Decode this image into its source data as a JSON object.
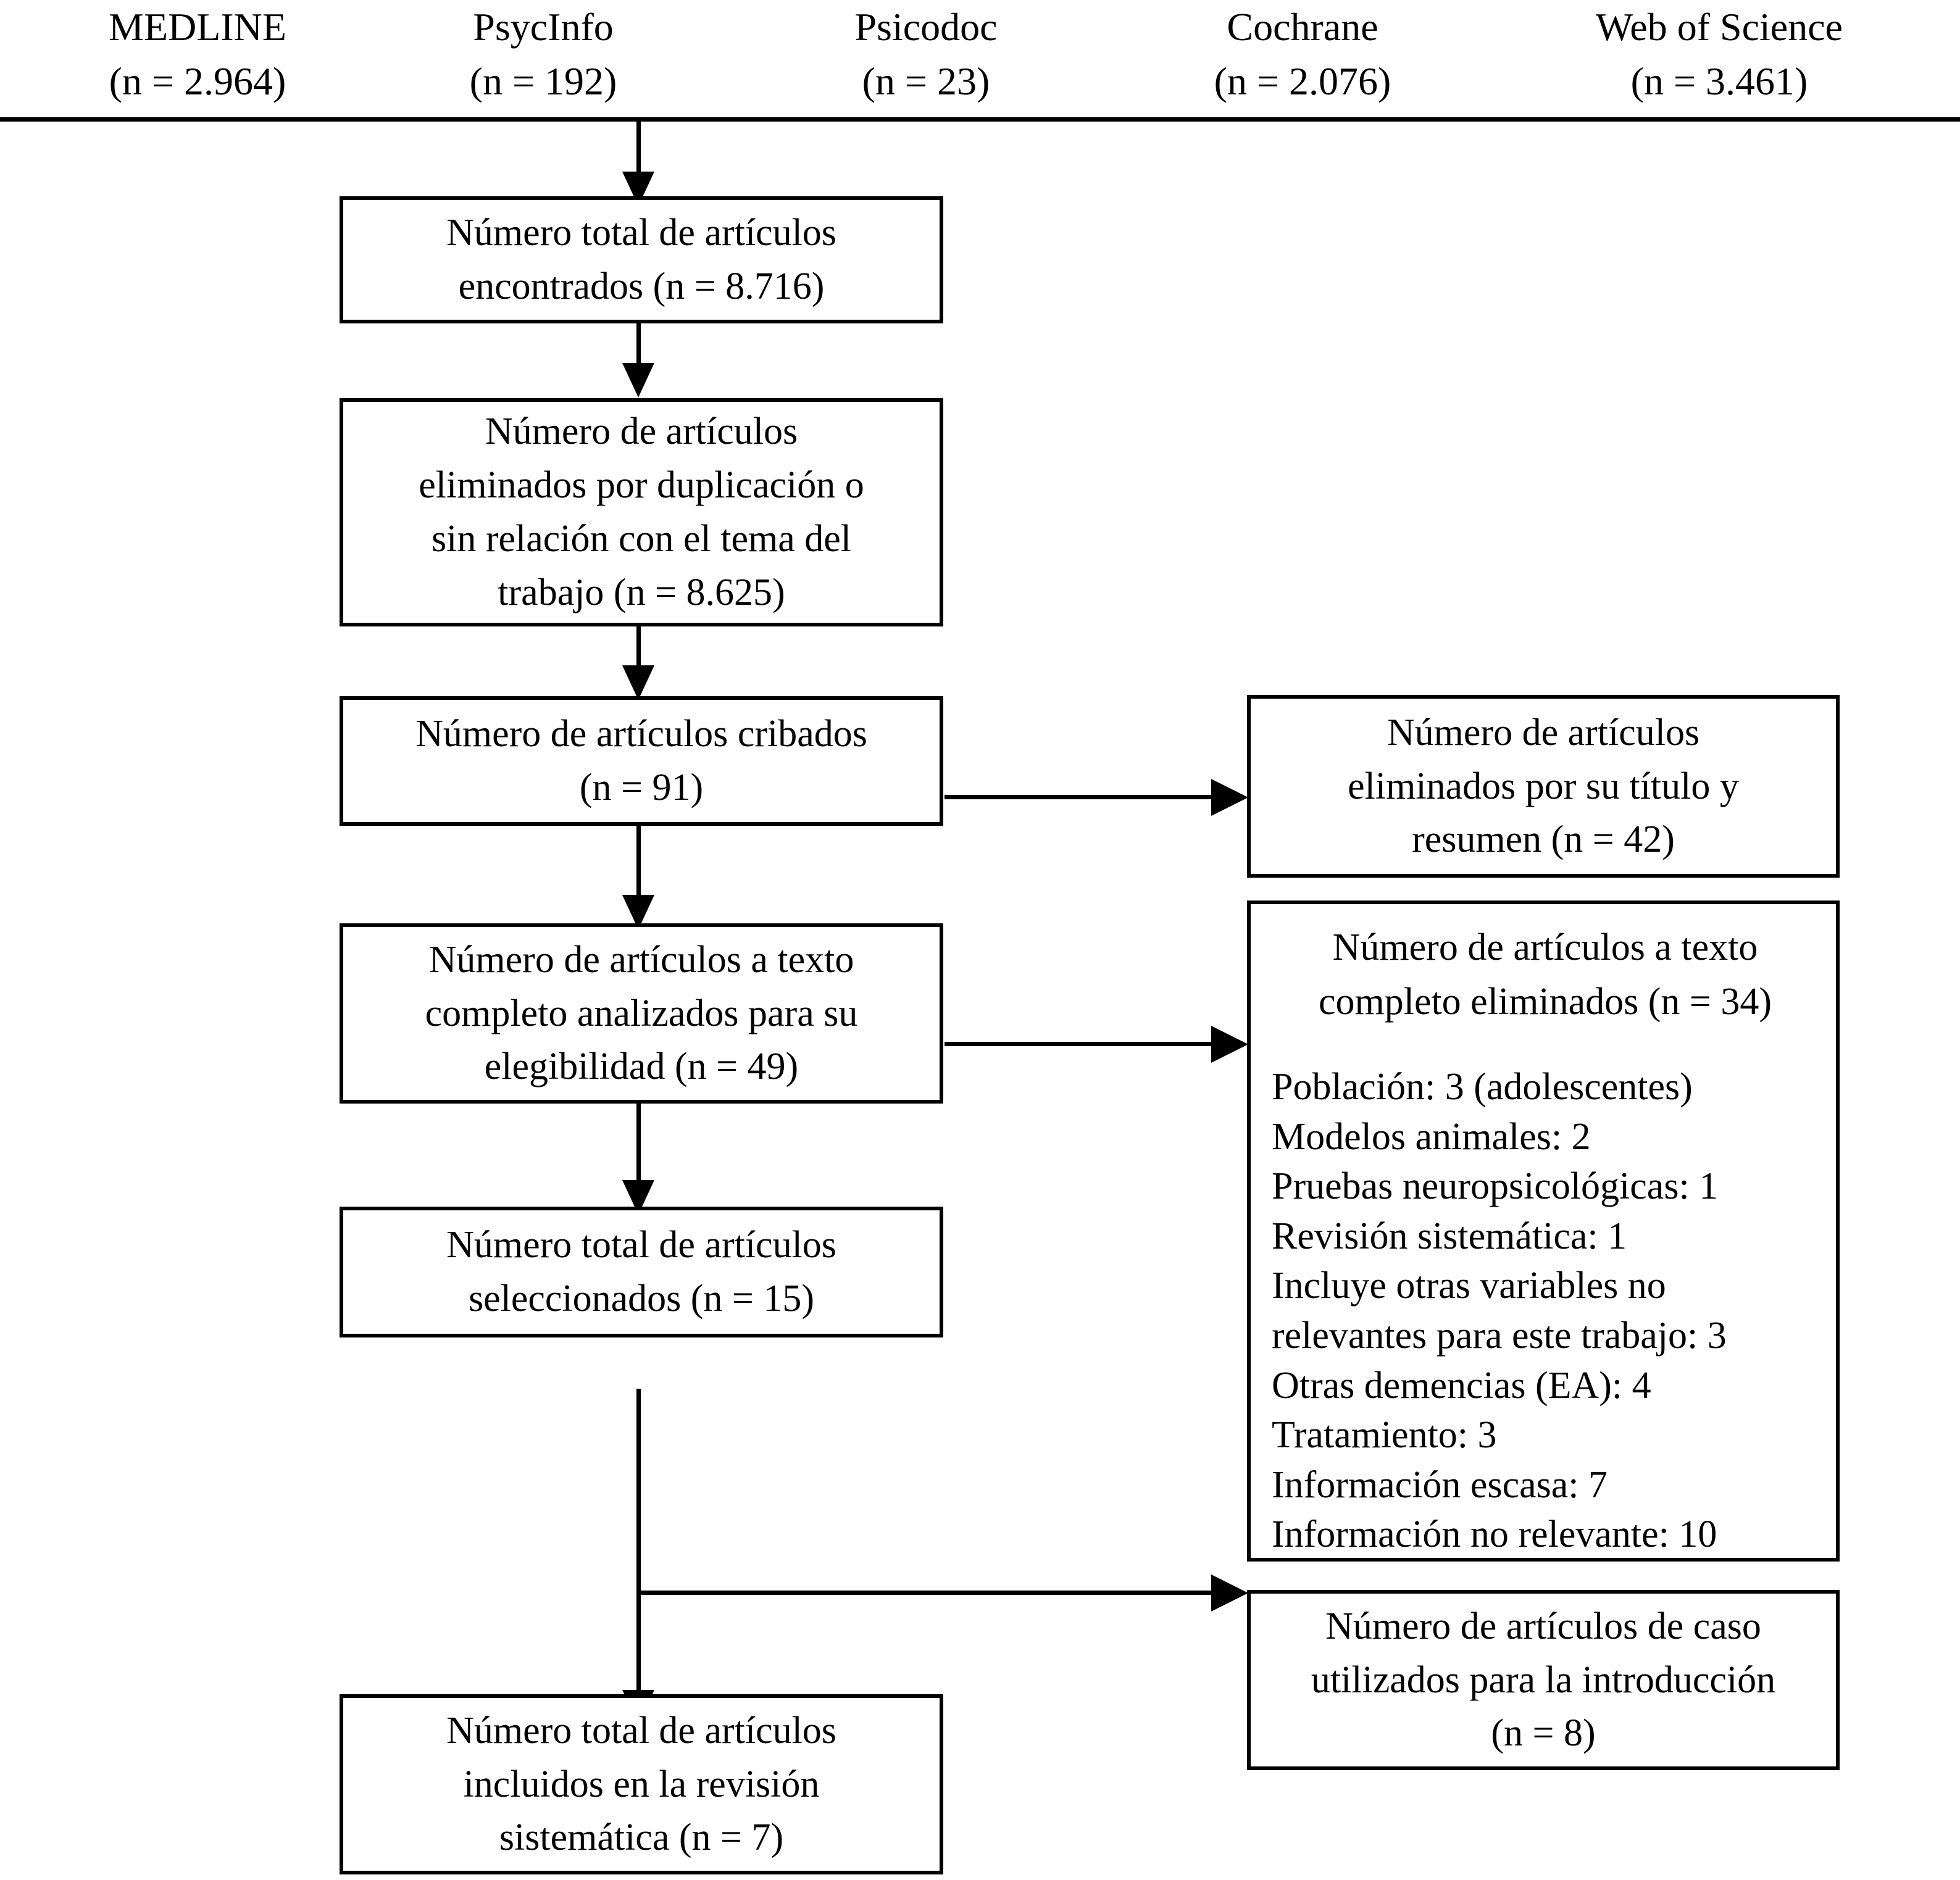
{
  "diagram": {
    "title": "PRISMA flow diagram",
    "language": "es",
    "line_color": "#000000",
    "background_color": "#ffffff"
  },
  "sources": [
    {
      "name": "MEDLINE",
      "count": "(n = 2.964)"
    },
    {
      "name": "PsycInfo",
      "count": "(n = 192)"
    },
    {
      "name": "Psicodoc",
      "count": "(n = 23)"
    },
    {
      "name": "Cochrane",
      "count": "(n = 2.076)"
    },
    {
      "name": "Web of Science",
      "count": "(n = 3.461)"
    }
  ],
  "flow": {
    "box_total_found": {
      "lines": [
        "Número total de artículos",
        "encontrados (n = 8.716)"
      ]
    },
    "box_duplicates_removed": {
      "lines": [
        "Número de artículos",
        "eliminados por duplicación o",
        "sin relación con el tema del",
        "trabajo (n = 8.625)"
      ]
    },
    "box_screened": {
      "lines": [
        "Número de artículos cribados",
        "(n = 91)"
      ]
    },
    "box_fulltext_assessed": {
      "lines": [
        "Número de artículos a texto",
        "completo analizados para su",
        "elegibilidad (n = 49)"
      ]
    },
    "box_selected": {
      "lines": [
        "Número total de artículos",
        "seleccionados (n = 15)"
      ]
    },
    "box_included": {
      "lines": [
        "Número total de artículos",
        "incluidos en la revisión",
        "sistemática (n = 7)"
      ]
    }
  },
  "exclusions": {
    "box_excluded_title_abstract": {
      "lines": [
        "Número de artículos",
        "eliminados por su título y",
        "resumen (n = 42)"
      ]
    },
    "box_excluded_fulltext": {
      "heading_lines": [
        "Número de artículos a texto",
        "completo eliminados (n = 34)"
      ],
      "reasons": [
        "Población: 3 (adolescentes)",
        "Modelos animales: 2",
        "Pruebas neuropsicológicas: 1",
        "Revisión sistemática: 1",
        "Incluye otras variables no",
        "relevantes para este trabajo: 3",
        "Otras demencias (EA): 4",
        "Tratamiento: 3",
        "Información escasa: 7",
        "Información no relevante: 10"
      ]
    },
    "box_case_articles_intro": {
      "lines": [
        "Número de artículos de caso",
        "utilizados para la introducción",
        "(n = 8)"
      ]
    }
  },
  "chart_data": {
    "type": "diagram",
    "title": "PRISMA flow diagram (Spanish)",
    "stages": [
      {
        "label": "MEDLINE",
        "n": 2964
      },
      {
        "label": "PsycInfo",
        "n": 192
      },
      {
        "label": "Psicodoc",
        "n": 23
      },
      {
        "label": "Cochrane",
        "n": 2076
      },
      {
        "label": "Web of Science",
        "n": 3461
      },
      {
        "label": "Número total de artículos encontrados",
        "n": 8716
      },
      {
        "label": "Número de artículos eliminados por duplicación o sin relación con el tema del trabajo",
        "n": 8625
      },
      {
        "label": "Número de artículos cribados",
        "n": 91
      },
      {
        "label": "Número de artículos eliminados por su título y resumen",
        "n": 42
      },
      {
        "label": "Número de artículos a texto completo analizados para su elegibilidad",
        "n": 49
      },
      {
        "label": "Número de artículos a texto completo eliminados",
        "n": 34
      },
      {
        "label": "Número total de artículos seleccionados",
        "n": 15
      },
      {
        "label": "Número de artículos de caso utilizados para la introducción",
        "n": 8
      },
      {
        "label": "Número total de artículos incluidos en la revisión sistemática",
        "n": 7
      }
    ],
    "exclusion_reasons": [
      {
        "reason": "Población (adolescentes)",
        "n": 3
      },
      {
        "reason": "Modelos animales",
        "n": 2
      },
      {
        "reason": "Pruebas neuropsicológicas",
        "n": 1
      },
      {
        "reason": "Revisión sistemática",
        "n": 1
      },
      {
        "reason": "Incluye otras variables no relevantes para este trabajo",
        "n": 3
      },
      {
        "reason": "Otras demencias (EA)",
        "n": 4
      },
      {
        "reason": "Tratamiento",
        "n": 3
      },
      {
        "reason": "Información escasa",
        "n": 7
      },
      {
        "reason": "Información no relevante",
        "n": 10
      }
    ]
  }
}
